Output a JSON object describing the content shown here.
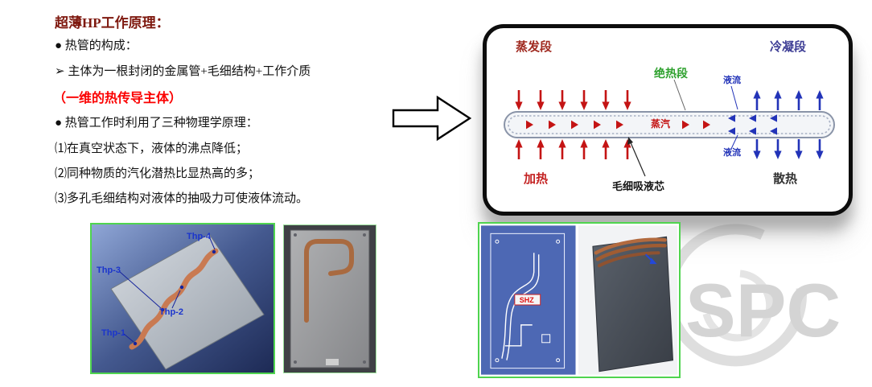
{
  "title": "超薄HP工作原理：",
  "bullets": [
    "● 热管的构成：",
    "➢ 主体为一根封闭的金属管+毛细结构+工作介质",
    "（一维的热传导主体）",
    "● 热管工作时利用了三种物理学原理：",
    "⑴在真空状态下，液体的沸点降低；",
    "⑵同种物质的汽化潜热比显热高的多；",
    "⑶多孔毛细结构对液体的抽吸力可使液体流动。"
  ],
  "diagram": {
    "evaporation_label": "蒸发段",
    "adiabatic_label": "绝热段",
    "condensation_label": "冷凝段",
    "liquid_flow_top_label": "液流",
    "liquid_flow_bottom_label": "液流",
    "vapor_label": "蒸汽",
    "heating_label": "加热",
    "wick_label": "毛细吸液芯",
    "dissipation_label": "散热",
    "colors": {
      "heat_in_arrows": "#c41414",
      "heat_out_arrows": "#2233b8",
      "evaporation_text": "#a02a20",
      "condensation_text": "#3d3d95",
      "adiabatic_text": "#2ea12e",
      "liquid_text": "#2233b8",
      "vapor_text": "#c41414"
    }
  },
  "figures": {
    "cad_plate": {
      "labels": [
        "Thp-4",
        "Thp-3",
        "Thp-2",
        "Thp-1"
      ]
    },
    "blueprint": {
      "tag": "SHZ"
    }
  },
  "watermark": "SPC",
  "accent_colors": {
    "figure_border": "#4fd44f",
    "title_text": "#7e180e",
    "emphasis_text": "#fb0000"
  }
}
